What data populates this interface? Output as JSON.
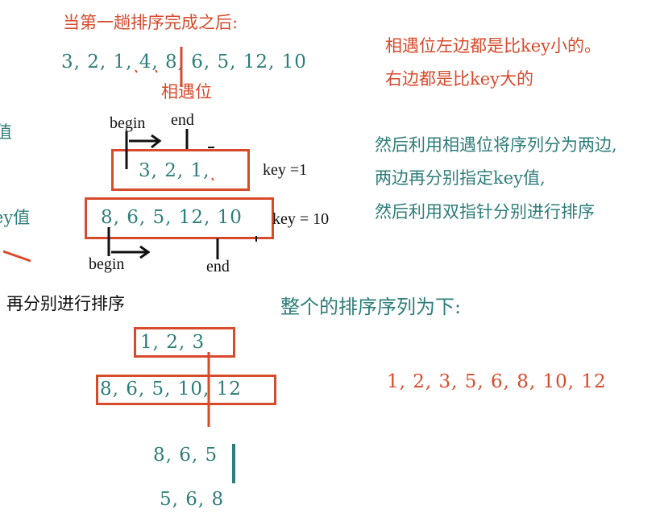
{
  "heading": "当第一趟排序完成之后:",
  "first_sequence": "3, 2, 1, 4, 8, 6, 5, 12, 10",
  "meet_label": "相遇位",
  "note_right_1": "相遇位左边都是比key小的。",
  "note_right_2": "右边都是比key大的",
  "left_partial_1": "值",
  "left_partial_2": "ey值",
  "labels": {
    "begin": "begin",
    "end": "end"
  },
  "left_group": {
    "sequence": "3, 2, 1,",
    "key": "key =1"
  },
  "right_group": {
    "sequence": "8, 6, 5, 12, 10",
    "key": "key = 10"
  },
  "explain": [
    "然后利用相遇位将序列分为两边,",
    "两边再分别指定key值,",
    "然后利用双指针分别进行排序"
  ],
  "resort_label": "再分别进行排序",
  "sorted_left": "1, 2, 3",
  "second_right": "8, 6, 5, 10, 12",
  "sub_before": "8, 6, 5",
  "sub_after": "5, 6, 8",
  "final_heading": "整个的排序序列为下:",
  "final_sequence": "1, 2, 3, 5, 6, 8, 10, 12",
  "colors": {
    "accent_red": "#d84a2c",
    "teal": "#2e7d7a",
    "black": "#111111"
  }
}
